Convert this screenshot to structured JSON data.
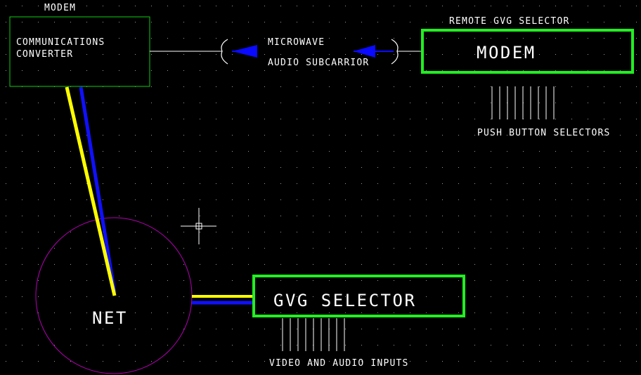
{
  "colors": {
    "background": "#000000",
    "grid_dot": "#9a9a9a",
    "text": "#ffffff",
    "box_outline": "#22ee22",
    "box_thin_outline": "#11cc11",
    "circle_outline": "#b400b4",
    "cable_yellow": "#ffff00",
    "cable_blue": "#1010ff",
    "link_line": "#ffffff",
    "arrow": "#0a0aff"
  },
  "labels": {
    "modem_top": "MODEM",
    "comm_line1": "COMMUNICATIONS",
    "comm_line2": "CONVERTER",
    "microwave": "MICROWAVE",
    "audio_subcarrier": "AUDIO SUBCARRIOR",
    "remote_gvg_selector": "REMOTE GVG SELECTOR",
    "remote_modem": "MODEM",
    "push_button_selectors": "PUSH BUTTON SELECTORS",
    "net": "NET",
    "gvg_selector": "GVG SELECTOR",
    "video_audio_inputs": "VIDEO AND AUDIO INPUTS"
  },
  "icons": {
    "crosshair": "crosshair-cursor-icon",
    "arrow": "left-arrow-icon"
  }
}
